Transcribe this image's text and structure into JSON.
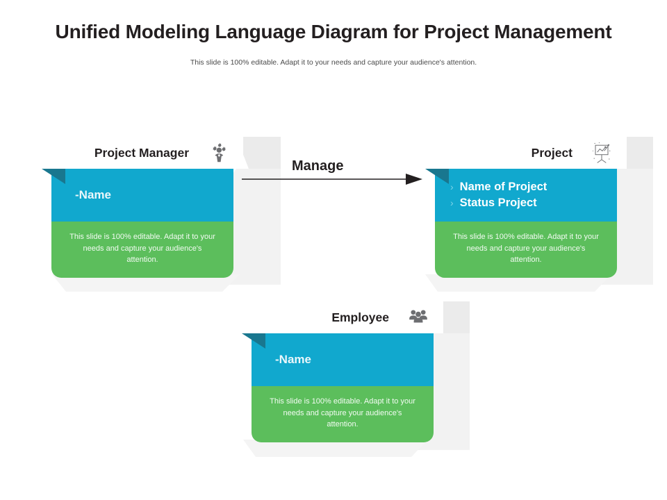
{
  "slide": {
    "title": "Unified Modeling Language Diagram for Project Management",
    "subtitle": "This slide is 100% editable. Adapt it to your needs and capture your audience's attention."
  },
  "theme": {
    "cyan": "#11a8ce",
    "green": "#5cbe5c",
    "fold_teal": "#19778f",
    "title_color": "#231f20",
    "chevron_color": "#7fd4e8"
  },
  "connector": {
    "label": "Manage",
    "direction": "right",
    "from": "project-manager",
    "to": "project"
  },
  "cards": [
    {
      "id": "project-manager",
      "title": "Project Manager",
      "icon": "manager-gears-icon",
      "attributes": [
        "-Name"
      ],
      "bulleted": false,
      "description": "This slide is 100% editable. Adapt it to your needs and capture your audience's attention."
    },
    {
      "id": "project",
      "title": "Project",
      "icon": "presentation-board-icon",
      "attributes": [
        "Name of Project",
        "Status Project"
      ],
      "bulleted": true,
      "bullet_glyph": "›",
      "description": "This slide is 100% editable. Adapt it to your needs and capture your audience's attention."
    },
    {
      "id": "employee",
      "title": "Employee",
      "icon": "people-group-icon",
      "attributes": [
        "-Name"
      ],
      "bulleted": false,
      "description": "This slide is 100% editable. Adapt it to your needs and capture your audience's attention."
    }
  ]
}
